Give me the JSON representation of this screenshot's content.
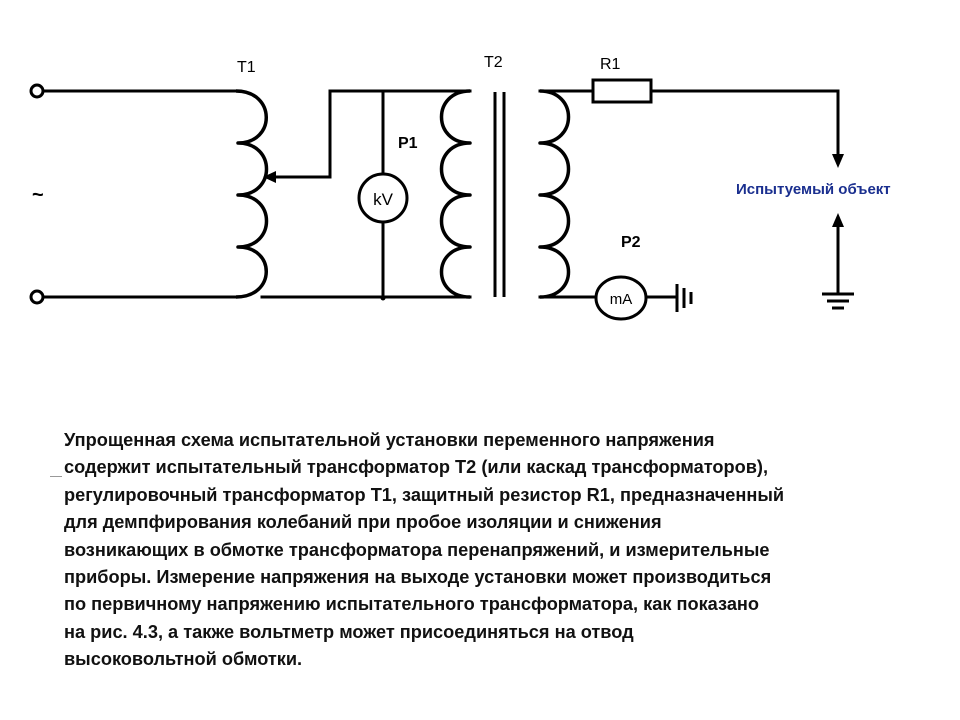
{
  "diagram": {
    "labels": {
      "t1": "T1",
      "t2": "T2",
      "r1": "R1",
      "p1": "P1",
      "p2": "P2",
      "kv": "kV",
      "ma": "mA",
      "ac_source": "~",
      "test_object": "Испытуемый объект"
    },
    "colors": {
      "line": "#000000",
      "object_label": "#1a2f8f"
    }
  },
  "description": {
    "lines": [
      "Упрощенная схема испытательной установки переменного напряжения",
      "содержит испытательный трансформатор Т2 (или каскад трансформаторов),",
      "регулировочный трансформатор Т1, защитный резистор R1, предназначенный",
      "для демпфирования колебаний при пробое изоляции и снижения",
      "возникающих в обмотке трансформатора перенапряжений, и измерительные",
      "приборы. Измерение напряжения на выходе установки может производиться",
      "по первичному напряжению испытательного трансформатора, как показано",
      "на рис. 4.3, а также вольтметр может присоединяться на отвод",
      "высоковольтной обмотки."
    ]
  }
}
